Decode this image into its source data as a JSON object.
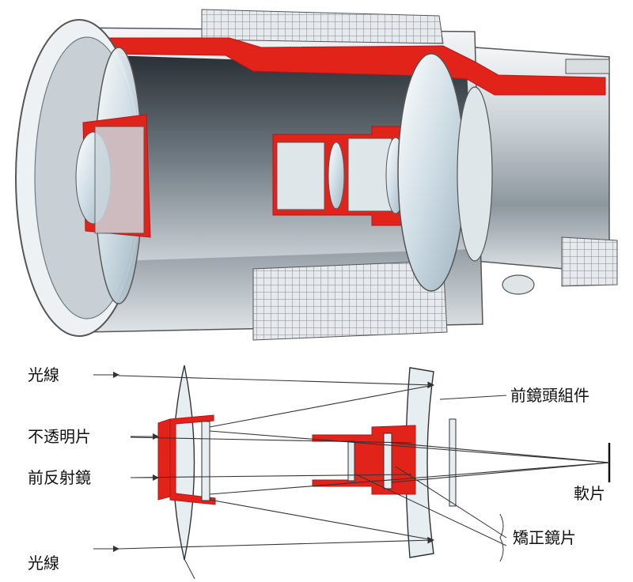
{
  "labels": {
    "light_top": "光線",
    "light_bottom": "光線",
    "opaque_piece": "不透明片",
    "front_mirror": "前反射鏡",
    "front_lens_group": "前鏡頭組件",
    "film": "軟片",
    "correction_lens": "矯正鏡片"
  },
  "colors": {
    "red": "#e2231a",
    "dark_red": "#b5161a",
    "glass": "#d6e3ea",
    "metal_light": "#eef1f3",
    "metal_mid": "#b9c1c7",
    "metal_dark": "#6f7a82",
    "knurl": "#9aa3aa",
    "ray": "#333333"
  }
}
